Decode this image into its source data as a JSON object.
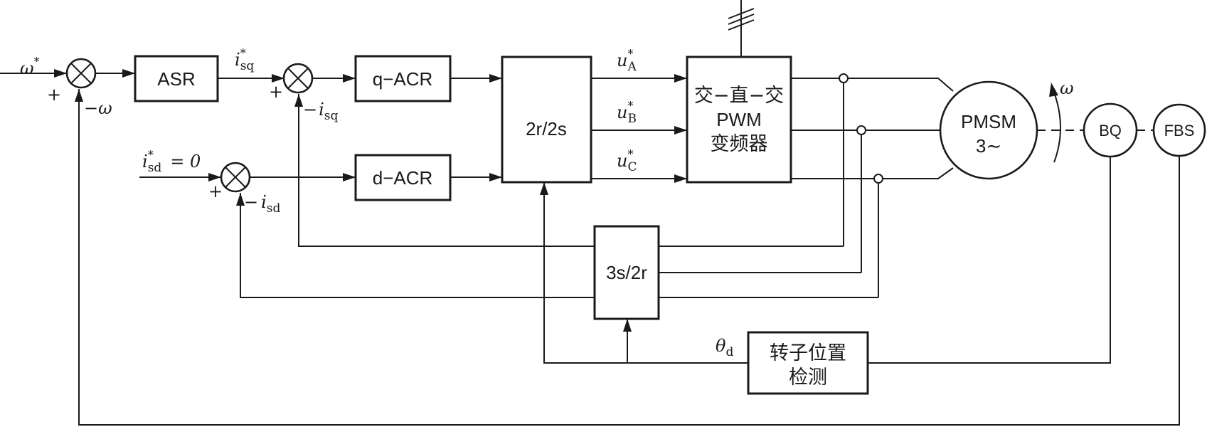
{
  "blocks": {
    "asr": "ASR",
    "q_acr": "q−ACR",
    "d_acr": "d−ACR",
    "r2s": "2r/2s",
    "inverter_line1": "交−直−交",
    "inverter_line2": "PWM",
    "inverter_line3": "变频器",
    "s3r2": "3s/2r",
    "rotor_line1": "转子位置",
    "rotor_line2": "检测",
    "motor_line1": "PMSM",
    "motor_line2": "3∼",
    "bq": "BQ",
    "fbs": "FBS"
  },
  "signals": {
    "omega_ref": "ω",
    "omega_ref_sup": "*",
    "neg_omega_sign": "−",
    "neg_omega": "ω",
    "isq_ref_base": "i",
    "isq_ref_sup": "*",
    "isq_ref_sub": "sq",
    "neg_isq_sign": "−",
    "neg_isq_base": "i",
    "neg_isq_sub": "sq",
    "isd_ref_base": "i",
    "isd_ref_sup": "*",
    "isd_ref_sub": "sd",
    "isd_ref_value": "= 0",
    "neg_isd_sign": "−",
    "neg_isd_base": "i",
    "neg_isd_sub": "sd",
    "ua_base": "u",
    "ua_sup": "*",
    "ua_sub": "A",
    "ub_base": "u",
    "ub_sup": "*",
    "ub_sub": "B",
    "uc_base": "u",
    "uc_sup": "*",
    "uc_sub": "C",
    "theta_base": "θ",
    "theta_sub": "d",
    "omega_rot": "ω",
    "plus": "+"
  }
}
